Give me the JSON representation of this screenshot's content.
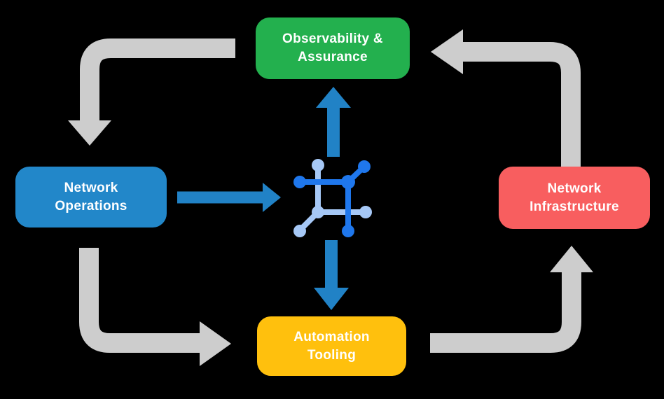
{
  "diagram": {
    "nodes": [
      {
        "id": "observability",
        "label": "Observability &\nAssurance",
        "color": "#23b04e"
      },
      {
        "id": "operations",
        "label": "Network\nOperations",
        "color": "#2287c9"
      },
      {
        "id": "infrastructure",
        "label": "Network\nInfrastructure",
        "color": "#f85e5f"
      },
      {
        "id": "automation",
        "label": "Automation\nTooling",
        "color": "#ffc00d"
      }
    ],
    "center_icon": {
      "name": "network-mesh-icon"
    },
    "flows": [
      {
        "from": "Observability & Assurance",
        "to": "Network Operations",
        "style": "gray-elbow"
      },
      {
        "from": "Network Operations",
        "to": "Automation Tooling",
        "style": "gray-elbow"
      },
      {
        "from": "Automation Tooling",
        "to": "Network Infrastructure",
        "style": "gray-elbow"
      },
      {
        "from": "Network Infrastructure",
        "to": "Observability & Assurance",
        "style": "gray-elbow"
      },
      {
        "from": "Network Operations",
        "to": "center-icon",
        "style": "blue-straight"
      },
      {
        "from": "center-icon",
        "to": "Observability & Assurance",
        "style": "blue-straight"
      },
      {
        "from": "center-icon",
        "to": "Automation Tooling",
        "style": "blue-straight"
      }
    ],
    "colors": {
      "background": "#000000",
      "node_text": "#ffffff",
      "arrow_gray": "#cdcdcd",
      "arrow_blue": "#2182c6",
      "icon_dark_blue": "#1f77ec",
      "icon_light_blue": "#a6c8f6"
    }
  }
}
